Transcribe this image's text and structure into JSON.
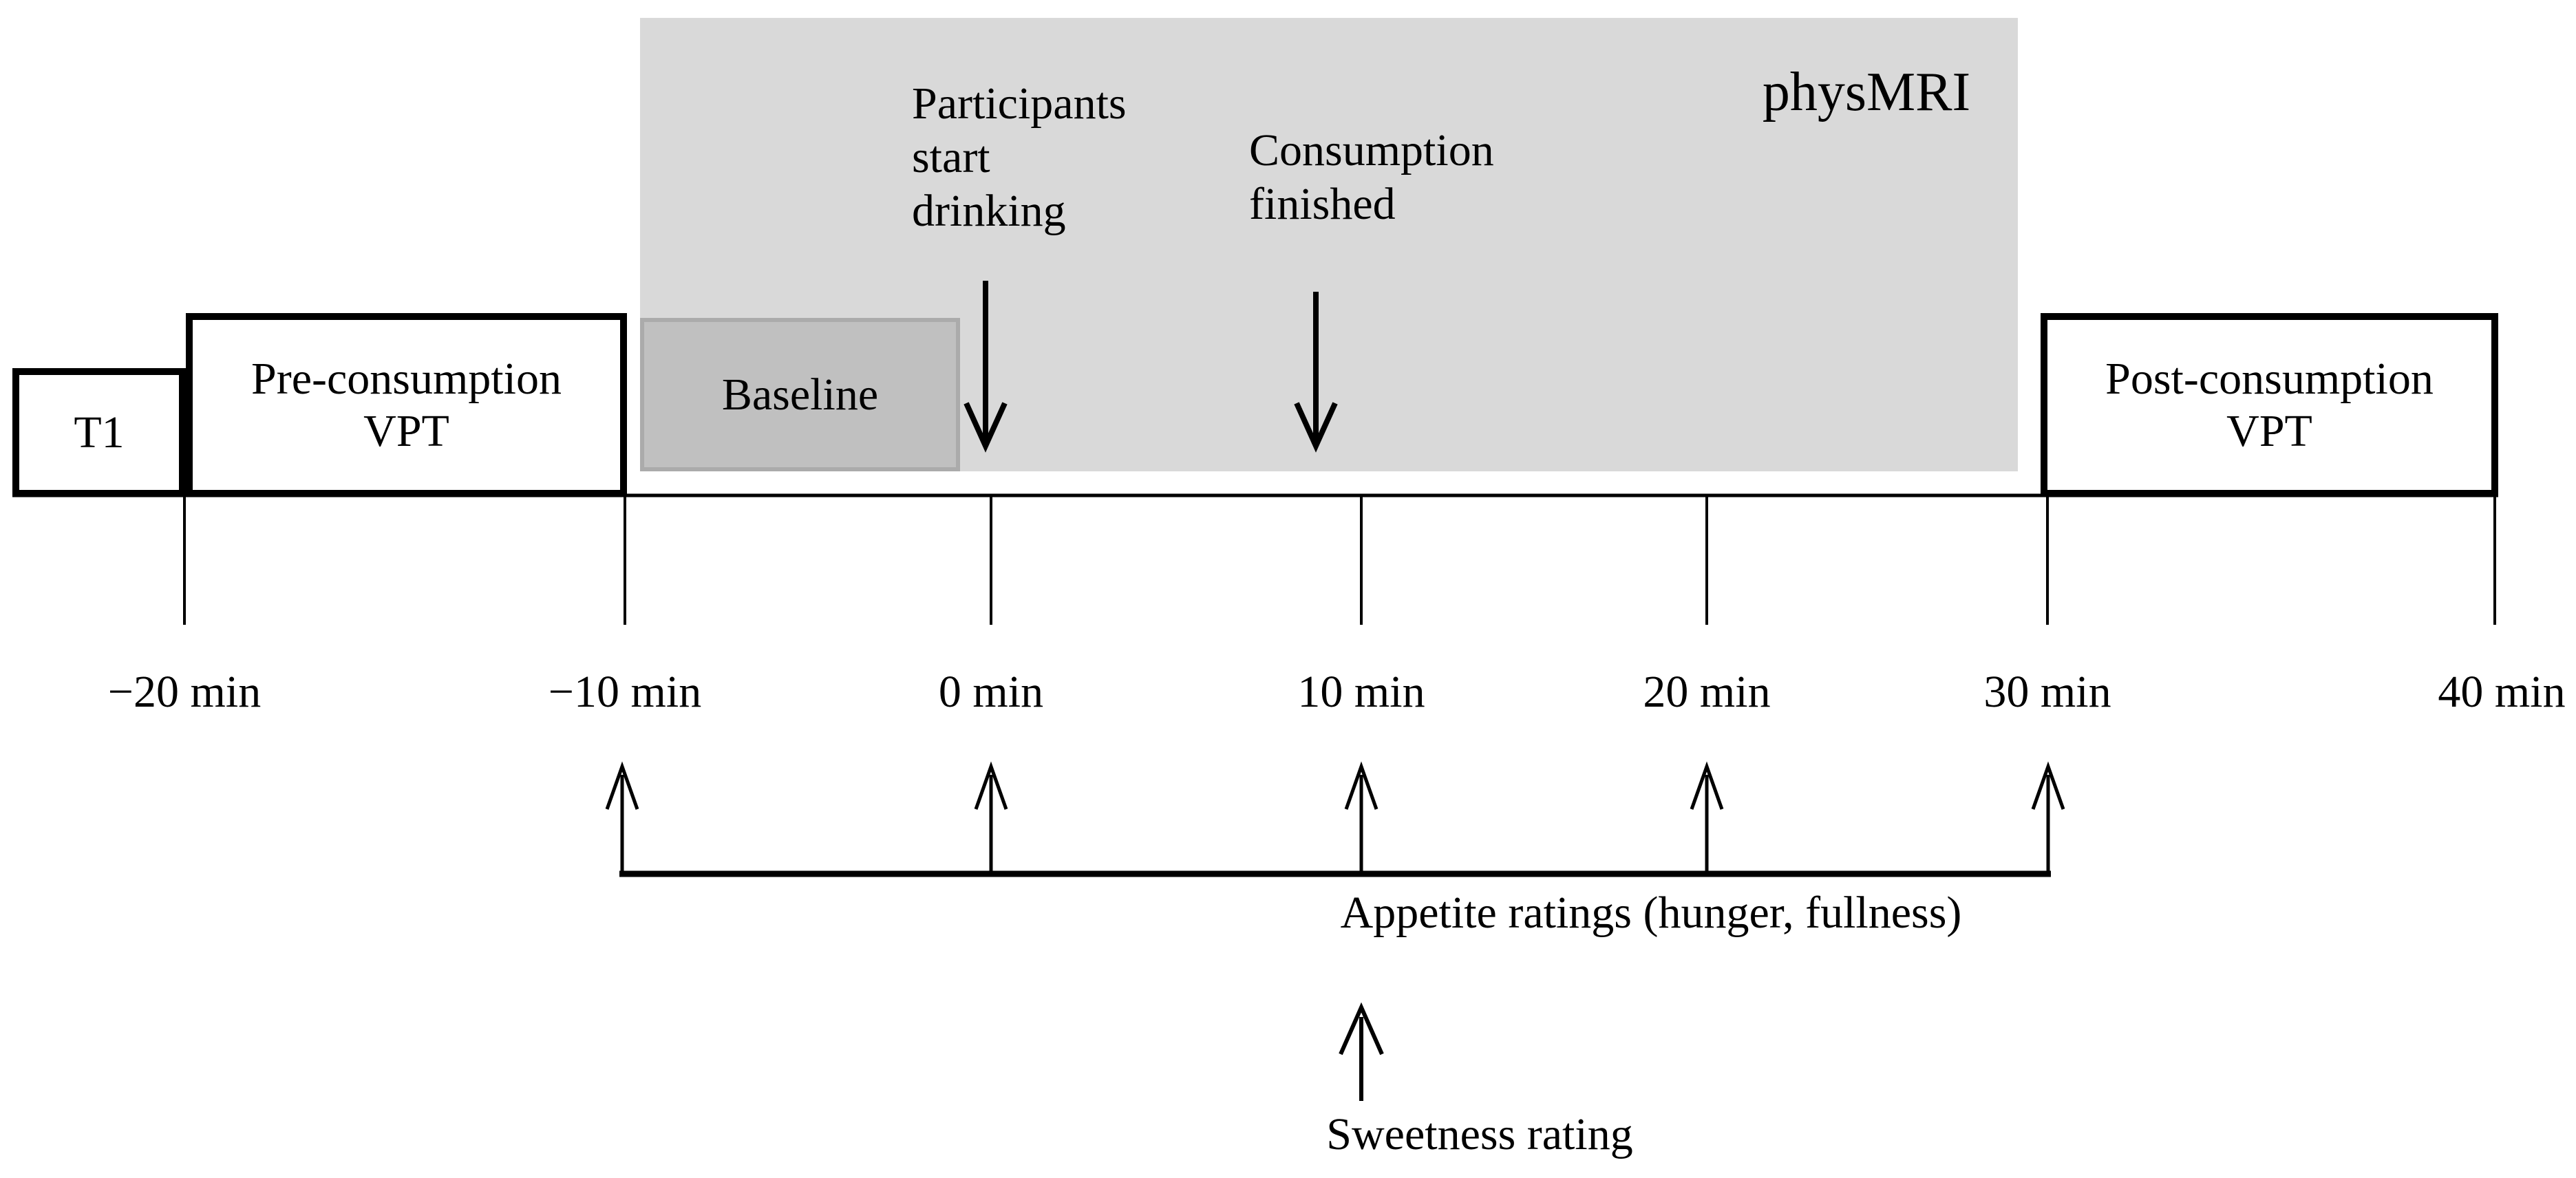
{
  "diagram": {
    "phys_region": {
      "label": "physMRI",
      "baseline_label": "Baseline"
    },
    "boxes": {
      "t1": {
        "label": "T1"
      },
      "pre_vpt": {
        "line1": "Pre-consumption",
        "line2": "VPT"
      },
      "post_vpt": {
        "line1": "Post-consumption",
        "line2": "VPT"
      }
    },
    "annotations": {
      "participants": {
        "line1": "Participants",
        "line2": "start",
        "line3": "drinking"
      },
      "consumption": {
        "line1": "Consumption",
        "line2": "finished"
      },
      "appetite_ratings": "Appetite ratings (hunger, fullness)",
      "sweetness_rating": "Sweetness rating"
    },
    "timeline": {
      "ticks": [
        {
          "label": "−20 min",
          "time_min": -20
        },
        {
          "label": "−10 min",
          "time_min": -10
        },
        {
          "label": "0 min",
          "time_min": 0
        },
        {
          "label": "10 min",
          "time_min": 10
        },
        {
          "label": "20 min",
          "time_min": 20
        },
        {
          "label": "30 min",
          "time_min": 30
        },
        {
          "label": "40 min",
          "time_min": 40
        }
      ]
    },
    "colors": {
      "phys_area_fill": "#d9d9d9",
      "baseline_fill": "#c0c0c0",
      "baseline_border": "#ababab",
      "line_color": "#000000",
      "box_fill": "#ffffff"
    }
  }
}
